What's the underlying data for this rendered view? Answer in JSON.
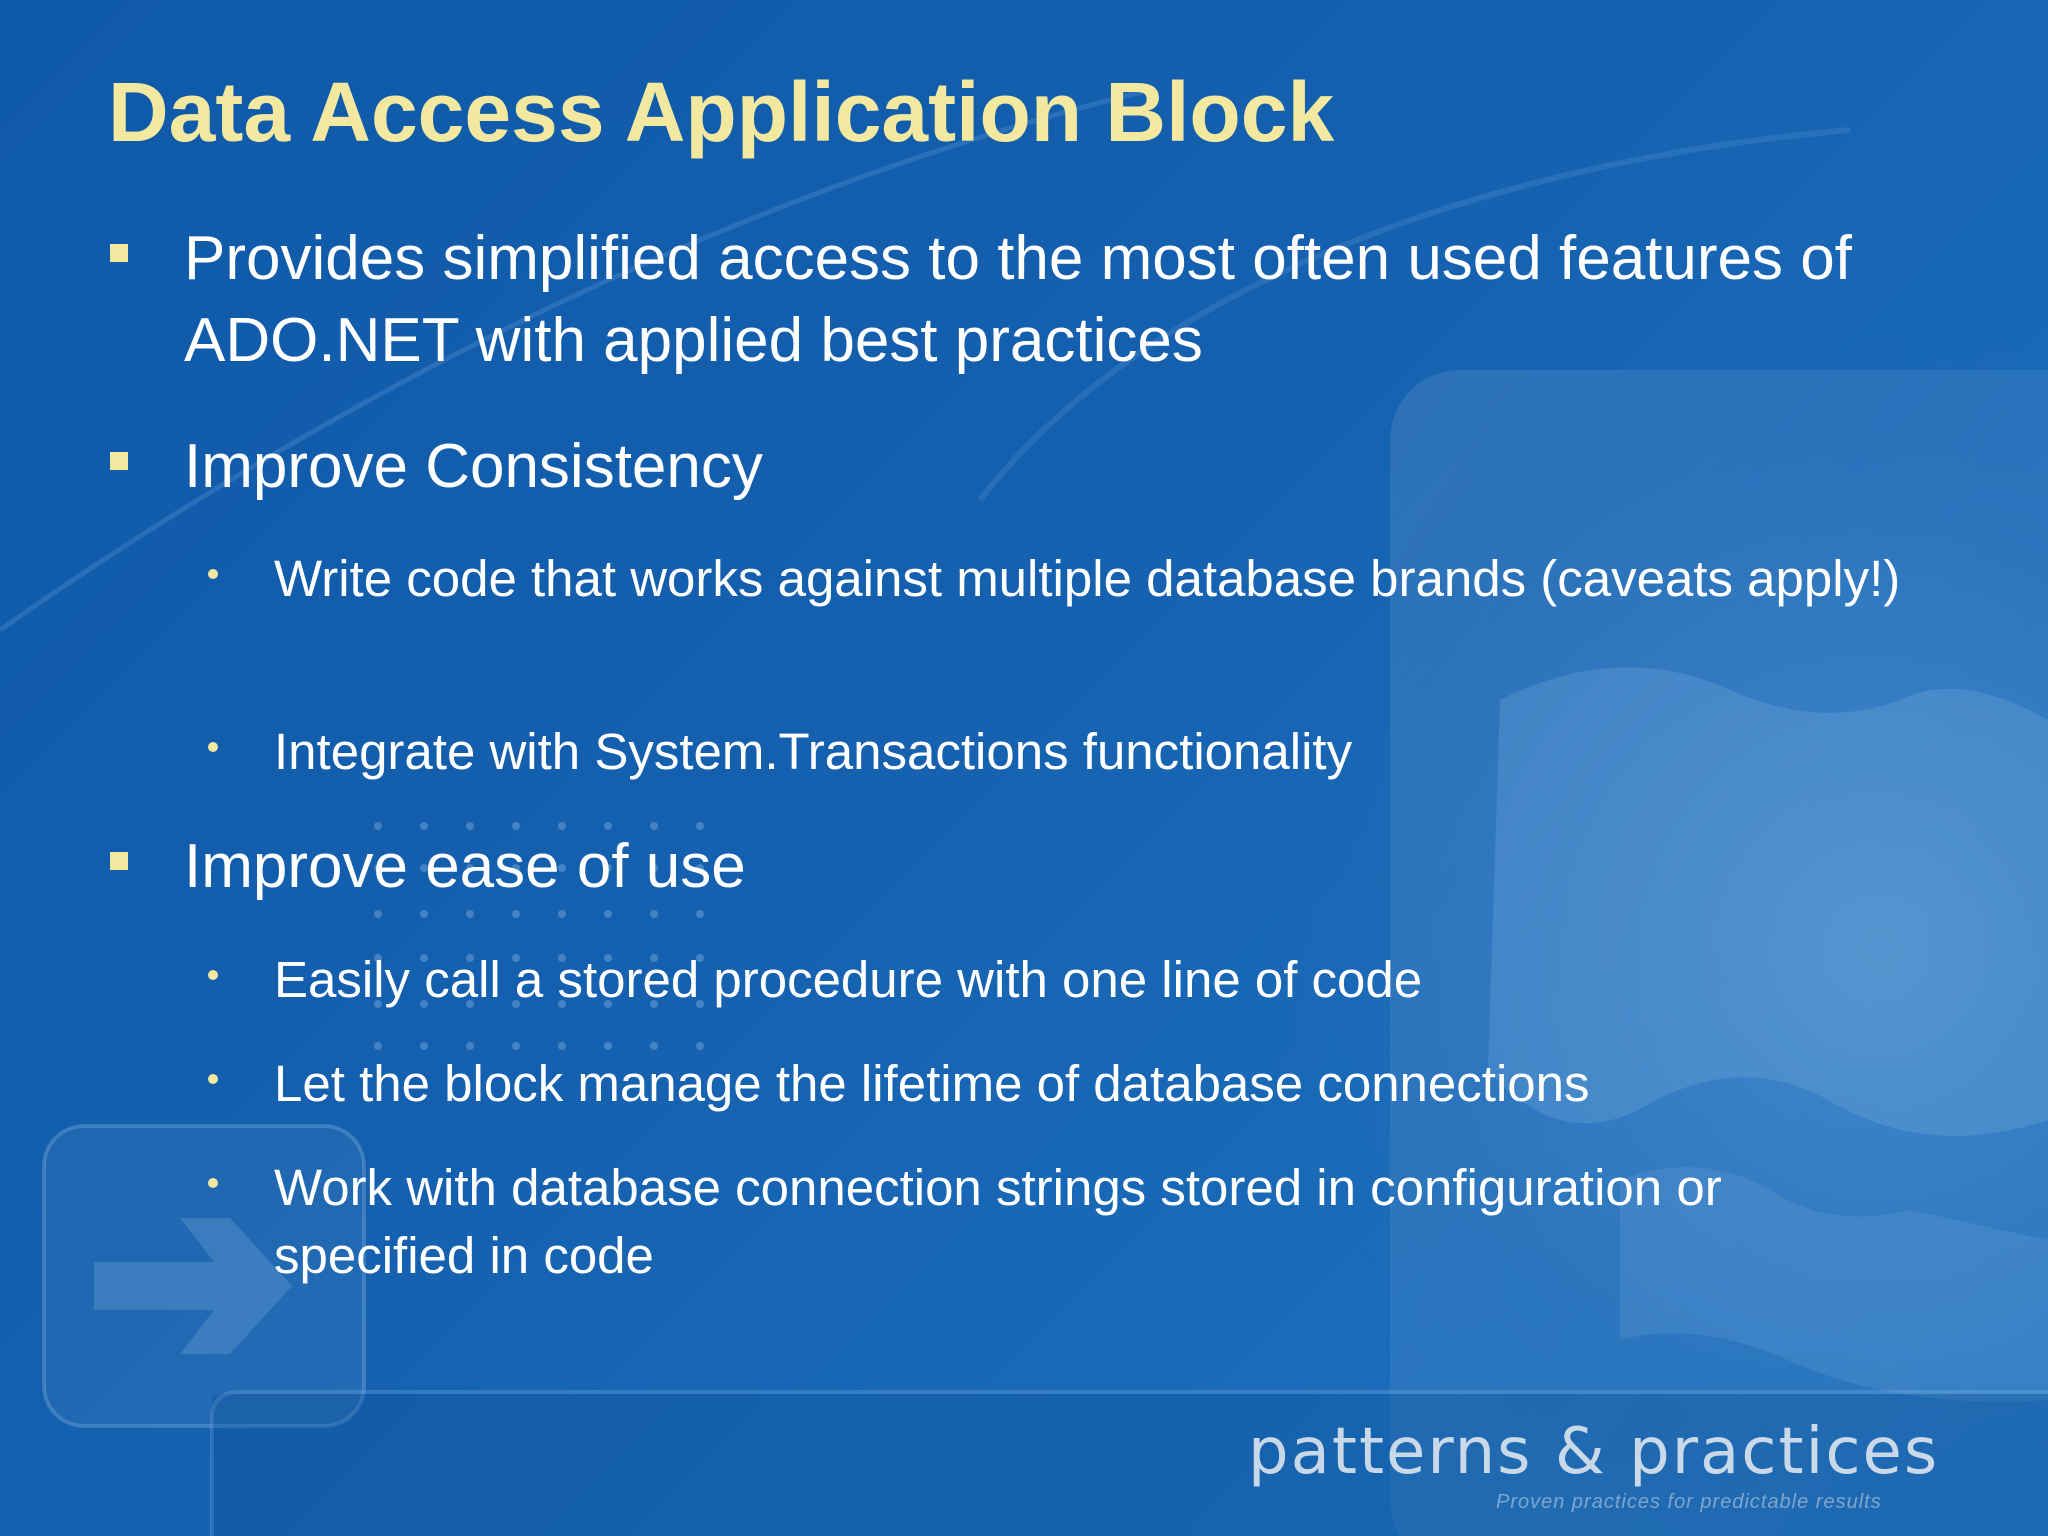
{
  "slide": {
    "title": "Data Access Application Block",
    "bullets": [
      {
        "text": "Provides simplified access to the most often used features of ADO.NET with applied best practices",
        "subitems": []
      },
      {
        "text": "Improve Consistency",
        "subitems": [
          "Write code that works against multiple database brands (caveats apply!)",
          "Integrate with System.Transactions functionality"
        ]
      },
      {
        "text": "Improve ease of use",
        "subitems": [
          "Easily call a stored procedure with one line of code",
          "Let the block manage the lifetime of database connections",
          "Work with database connection strings stored in configuration or specified in code"
        ]
      }
    ]
  },
  "footer": {
    "brand": "patterns & practices",
    "tagline": "Proven practices for predictable results"
  },
  "colors": {
    "title": "#f2e8a0",
    "body_text": "#ffffff",
    "background": "#145fae",
    "bullet_marker": "#f2e8a0"
  }
}
